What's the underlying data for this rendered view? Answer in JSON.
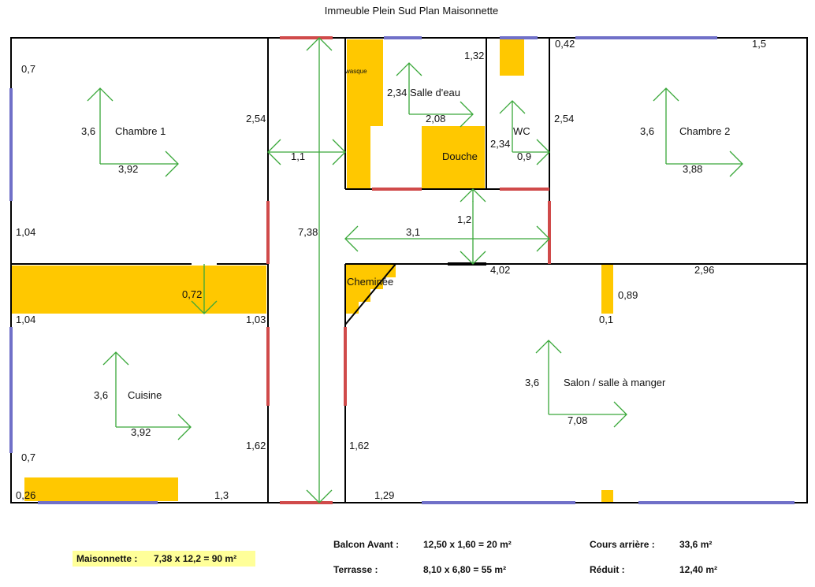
{
  "title": "Immeuble Plein Sud Plan Maisonnette",
  "rooms": {
    "chambre1": {
      "name": "Chambre 1",
      "length": "3,6",
      "width": "3,92"
    },
    "chambre2": {
      "name": "Chambre 2",
      "length": "3,6",
      "width": "3,88"
    },
    "cuisine": {
      "name": "Cuisine",
      "length": "3,6",
      "width": "3,92"
    },
    "salle_eau": {
      "name": "Salle d'eau",
      "length": "2,34",
      "width": "2,08"
    },
    "wc": {
      "name": "WC",
      "length": "2,34",
      "width": "0,9"
    },
    "salon": {
      "name": "Salon / salle à manger",
      "length": "3,6",
      "width": "7,08"
    }
  },
  "fixtures": {
    "wasque": "wasque",
    "douche": "Douche",
    "cheminee": "Cheminée"
  },
  "dimensions": {
    "d07a": "0,7",
    "d254a": "2,54",
    "d104a": "1,04",
    "d104b": "1,04",
    "d103": "1,03",
    "d072": "0,72",
    "d07b": "0,7",
    "d026": "0,26",
    "d13": "1,3",
    "d162a": "1,62",
    "d11": "1,1",
    "d738": "7,38",
    "d132": "1,32",
    "d042": "0,42",
    "d15": "1,5",
    "d254b": "2,54",
    "d12": "1,2",
    "d31": "3,1",
    "d402": "4,02",
    "d296": "2,96",
    "d089": "0,89",
    "d01": "0,1",
    "d162b": "1,62",
    "d129": "1,29"
  },
  "summary": {
    "maisonnette_label": "Maisonnette :",
    "maisonnette_value": "7,38 x 12,2 = 90 m²",
    "balcon_label": "Balcon Avant :",
    "balcon_value": "12,50 x 1,60 = 20 m²",
    "terrasse_label": "Terrasse :",
    "terrasse_value": "8,10 x 6,80 = 55 m²",
    "cours_label": "Cours arrière :",
    "cours_value": "33,6 m²",
    "reduit_label": "Réduit :",
    "reduit_value": "12,40 m²"
  },
  "colors": {
    "wall": "#000000",
    "door": "#d04a4a",
    "window": "#7070c8",
    "furniture": "#ffc800",
    "dimension": "#3aa83a",
    "highlight": "#ffff99"
  }
}
